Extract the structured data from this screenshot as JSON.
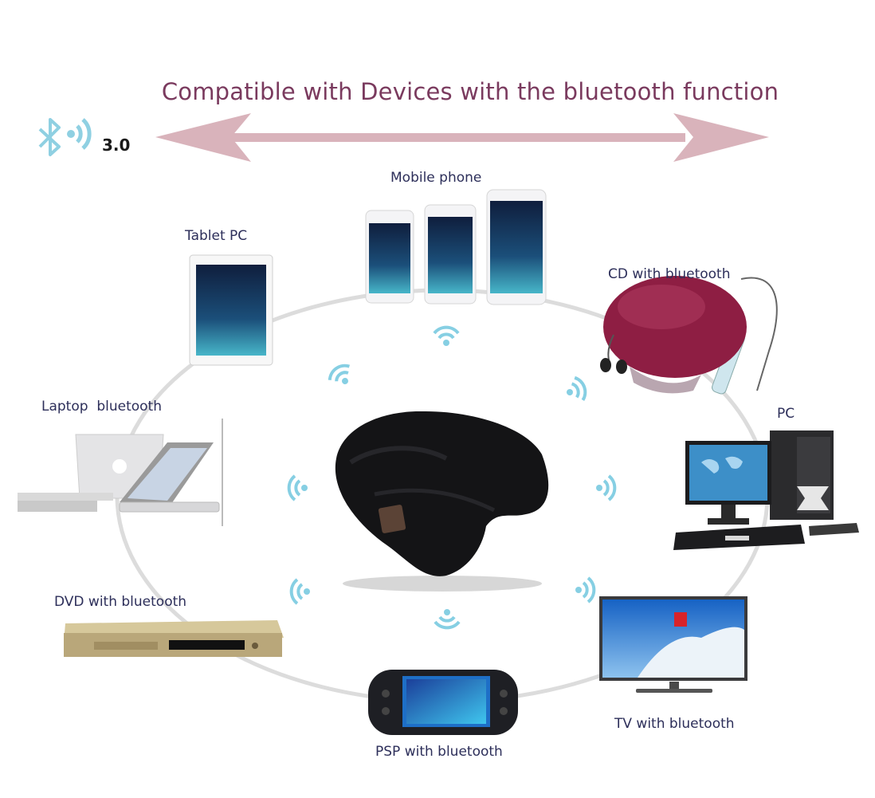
{
  "header": {
    "title": "Compatible with Devices with the bluetooth function",
    "bluetooth_version": "3.0",
    "icons": [
      "bluetooth-icon",
      "signal-waves-icon",
      "double-arrow-icon"
    ]
  },
  "center": {
    "product": "bluetooth-beanie-hat",
    "signal_icon_count": 8
  },
  "devices": [
    {
      "id": "mobile",
      "label": "Mobile phone"
    },
    {
      "id": "tablet",
      "label": "Tablet PC"
    },
    {
      "id": "cd",
      "label": "CD with bluetooth"
    },
    {
      "id": "laptop",
      "label": "Laptop  bluetooth"
    },
    {
      "id": "pc",
      "label": "PC"
    },
    {
      "id": "dvd",
      "label": "DVD with bluetooth"
    },
    {
      "id": "tv",
      "label": "TV with bluetooth"
    },
    {
      "id": "psp",
      "label": "PSP with bluetooth"
    }
  ],
  "colors": {
    "title": "#7a3a5e",
    "arrow": "#d9b3bb",
    "signal": "#7fcbe0",
    "label": "#2d2f5a",
    "ring": "#d8d8d8"
  }
}
